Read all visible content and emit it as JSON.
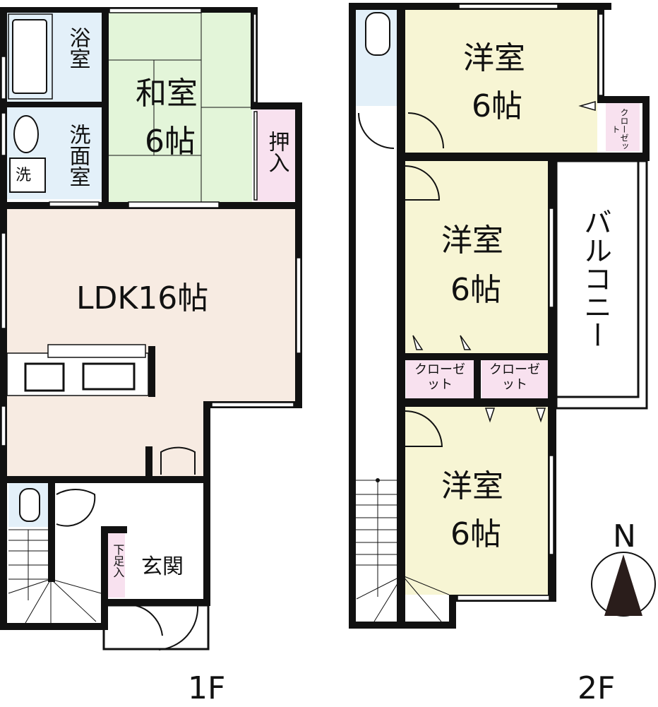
{
  "colors": {
    "wall": "#111111",
    "bath": "#e3f0f9",
    "washitsu": "#e3f5d9",
    "oshiire": "#f8e1ef",
    "ldk": "#f7ebe2",
    "youshitsu": "#f7f5d4",
    "closet": "#f8e1ef",
    "toilet": "#e3f0f9",
    "compass": "#2a1d1b"
  },
  "floor1": {
    "label": "1F",
    "rooms": {
      "bath": "浴室",
      "washroom": "洗面室",
      "washer": "洗",
      "washitsu_name": "和室",
      "washitsu_size": "6帖",
      "oshiire": "押入",
      "ldk": "LDK16帖",
      "shoe_storage": "下足入",
      "genkan": "玄関"
    }
  },
  "floor2": {
    "label": "2F",
    "rooms": {
      "room1_name": "洋室",
      "room1_size": "6帖",
      "room1_closet": "クローゼット",
      "room2_name": "洋室",
      "room2_size": "6帖",
      "closet_a": "クローゼット",
      "closet_b": "クローゼット",
      "room3_name": "洋室",
      "room3_size": "6帖",
      "balcony": "バルコニー"
    }
  },
  "compass": {
    "label": "N"
  }
}
